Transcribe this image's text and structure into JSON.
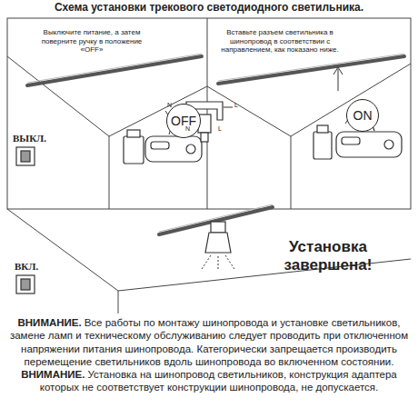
{
  "diagram": {
    "title": "Схема установки трекового светодиодного светильника.",
    "nodes": [
      {
        "text": [
          "OFF"
        ]
      },
      {
        "text": [
          "ON"
        ]
      }
    ],
    "labels": [
      "Выключите питание, а затем поверните ручку в положение «OFF»",
      "ВЫКЛ.",
      "Вставьте разъем светильника в шинопровод в соответствии с направлением, как показано ниже.",
      "N",
      "L",
      "N",
      "L",
      "ВКЛ.",
      "Установка завершена!",
      "ВНИМАНИЕ.",
      "Все работы по монтажу шинопровода и установке светильников, замене ламп и техническому обслуживанию следует проводить при отключенном напряжении питания шинопровода. Категорически запрещается производить перемещение светильников вдоль шинопровода во включенном состоянии.",
      "ВНИМАНИЕ.",
      "Установка на шинопровод светильников, конструкция адаптера которых не соответствует конструкции шинопровода, не допускается."
    ]
  }
}
